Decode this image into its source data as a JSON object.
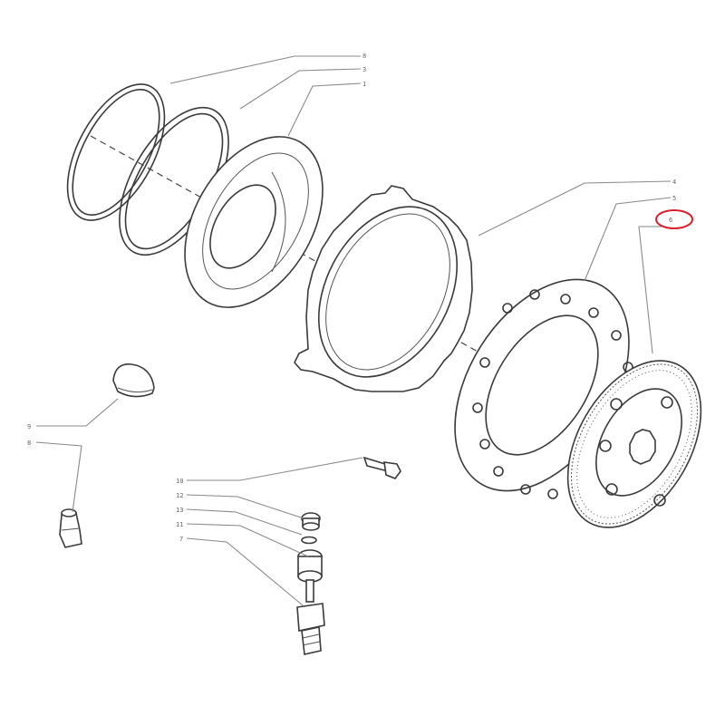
{
  "diagram": {
    "highlight_color": "#d8202a",
    "line_color": "#3a3a3a",
    "callouts": [
      {
        "id": "c1",
        "label": "8"
      },
      {
        "id": "c2",
        "label": "3"
      },
      {
        "id": "c3",
        "label": "1"
      },
      {
        "id": "c4",
        "label": "4"
      },
      {
        "id": "c5",
        "label": "5"
      },
      {
        "id": "c6",
        "label": "6"
      },
      {
        "id": "c7",
        "label": "9"
      },
      {
        "id": "c8",
        "label": "8"
      },
      {
        "id": "c9",
        "label": "10"
      },
      {
        "id": "c10",
        "label": "12"
      },
      {
        "id": "c11",
        "label": "13"
      },
      {
        "id": "c12",
        "label": "11"
      },
      {
        "id": "c13",
        "label": "7"
      }
    ]
  }
}
